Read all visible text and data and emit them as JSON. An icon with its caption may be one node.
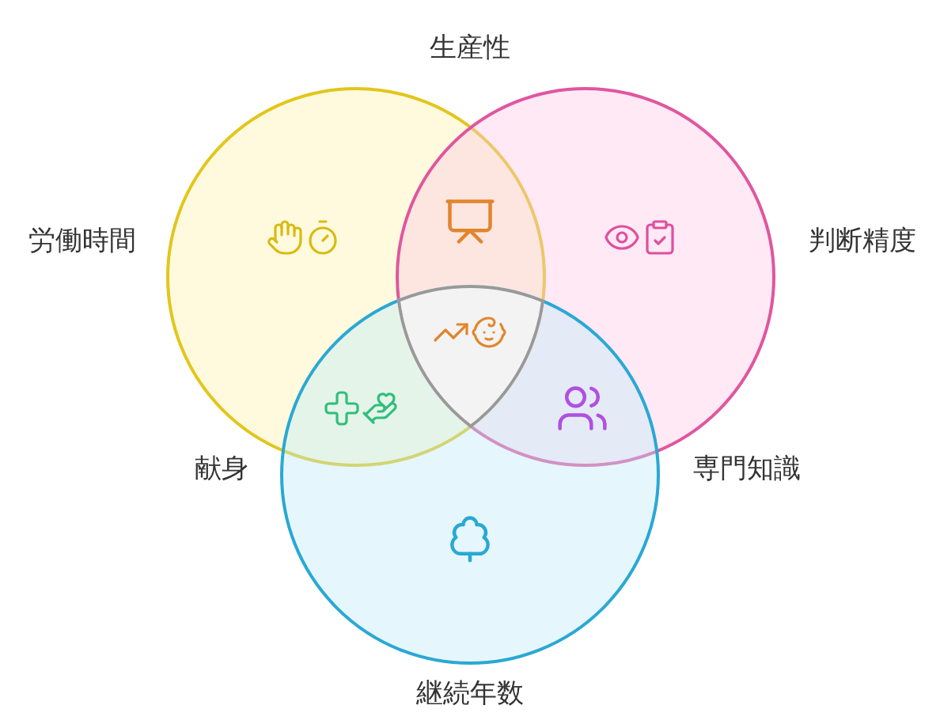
{
  "diagram": {
    "nodes": [
      {
        "text": [],
        "shape": "circle"
      },
      {
        "text": [],
        "shape": "circle"
      },
      {
        "text": [],
        "shape": "circle"
      }
    ],
    "labels": [
      "生産性",
      "労働時間",
      "判断精度",
      "献身",
      "専門知識",
      "継続年数"
    ]
  }
}
